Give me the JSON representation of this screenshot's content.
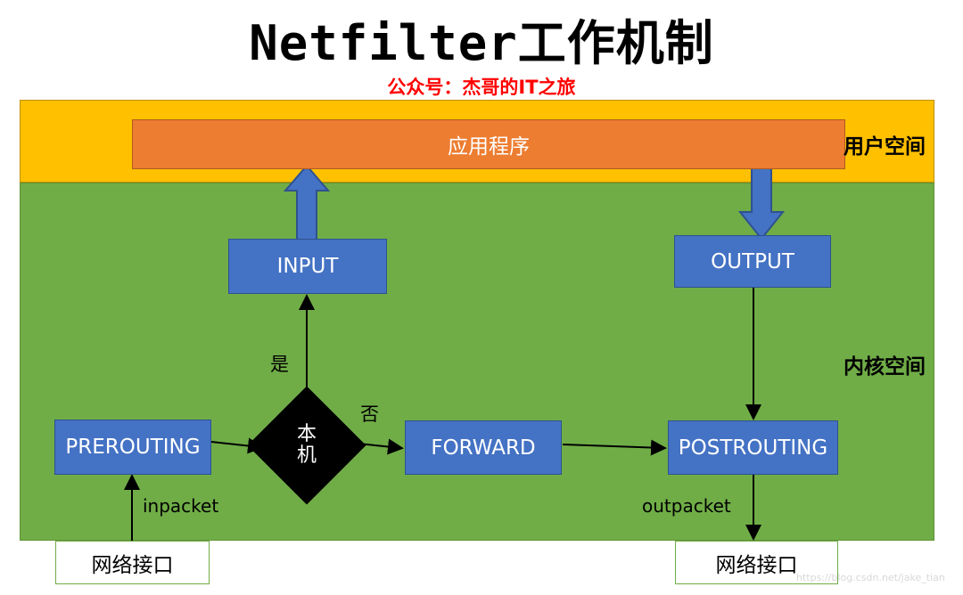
{
  "title": "Netfilter工作机制",
  "subtitle": "公众号：杰哥的IT之旅",
  "watermark": "https://blog.csdn.net/jake_tian",
  "zones": {
    "user_space_label": "用户空间",
    "kernel_space_label": "内核空间",
    "user_space_color": "#ffc000",
    "kernel_space_color": "#70ad47"
  },
  "nodes": {
    "application": "应用程序",
    "input": "INPUT",
    "output": "OUTPUT",
    "prerouting": "PREROUTING",
    "forward": "FORWARD",
    "postrouting": "POSTROUTING",
    "decision_line1": "本",
    "decision_line2": "机",
    "netif_left": "网络接口",
    "netif_right": "网络接口"
  },
  "edges": {
    "yes": "是",
    "no": "否",
    "inpacket": "inpacket",
    "outpacket": "outpacket"
  },
  "colors": {
    "chain_box": "#4472c4",
    "app_box": "#ed7d31",
    "decision": "#000000",
    "accent_red": "#ff0000",
    "arrow_blue": "#4472c4"
  }
}
